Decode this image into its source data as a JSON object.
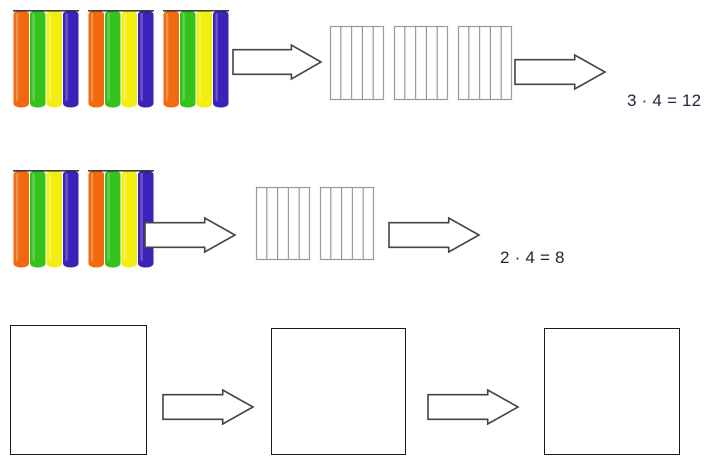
{
  "colors": {
    "stick_orange": "#f26a10",
    "stick_green": "#36c21c",
    "stick_yellow": "#f2ef10",
    "stick_blue": "#3b22b8",
    "outline": "#555555",
    "equation_text": "#2a2140"
  },
  "rows": [
    {
      "stick_groups": 3,
      "sticks_per_group": 4,
      "equation": "3 · 4 = 12"
    },
    {
      "stick_groups": 2,
      "sticks_per_group": 4,
      "equation": "2 · 4 = 8"
    },
    {
      "empty_boxes": 3
    }
  ]
}
